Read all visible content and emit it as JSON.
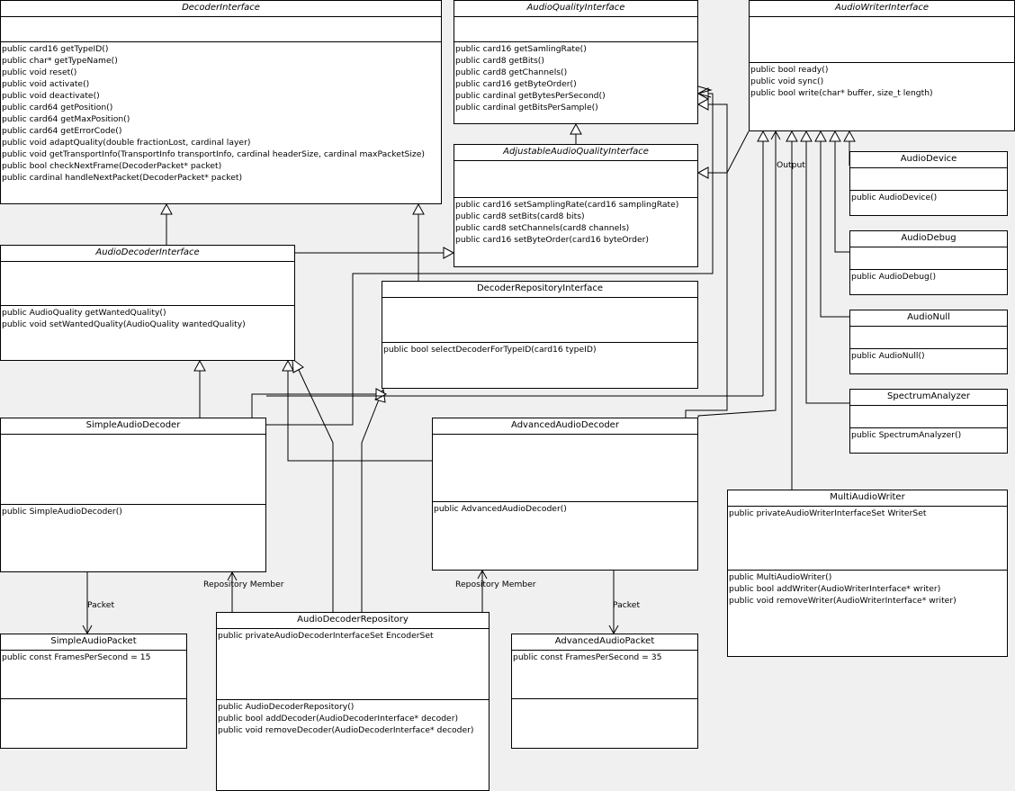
{
  "classes": {
    "decoder_interface": {
      "name": "DecoderInterface",
      "attributes": [],
      "operations": [
        "public card16 getTypeID()",
        "public char* getTypeName()",
        "public void reset()",
        "public void activate()",
        "public void deactivate()",
        "public card64 getPosition()",
        "public card64 getMaxPosition()",
        "public card64 getErrorCode()",
        "public void adaptQuality(double fractionLost, cardinal layer)",
        "public void getTransportInfo(TransportInfo transportInfo, cardinal headerSize, cardinal maxPacketSize)",
        "public bool checkNextFrame(DecoderPacket* packet)",
        "public cardinal handleNextPacket(DecoderPacket* packet)"
      ]
    },
    "audio_quality_interface": {
      "name": "AudioQualityInterface",
      "attributes": [],
      "operations": [
        "public card16 getSamlingRate()",
        "public card8 getBits()",
        "public card8 getChannels()",
        "public card16 getByteOrder()",
        "public cardinal getBytesPerSecond()",
        "public cardinal getBitsPerSample()"
      ]
    },
    "audio_writer_interface": {
      "name": "AudioWriterInterface",
      "attributes": [],
      "operations": [
        "public bool ready()",
        "public void sync()",
        "public bool write(char* buffer, size_t length)"
      ]
    },
    "adjustable_audio_quality_interface": {
      "name": "AdjustableAudioQualityInterface",
      "attributes": [],
      "operations": [
        "public card16 setSamplingRate(card16 samplingRate)",
        "public card8 setBits(card8 bits)",
        "public card8 setChannels(card8 channels)",
        "public card16 setByteOrder(card16 byteOrder)"
      ]
    },
    "audio_decoder_interface": {
      "name": "AudioDecoderInterface",
      "attributes": [],
      "operations": [
        "public AudioQuality getWantedQuality()",
        "public void setWantedQuality(AudioQuality wantedQuality)"
      ]
    },
    "decoder_repository_interface": {
      "name": "DecoderRepositoryInterface",
      "attributes": [],
      "operations": [
        "public bool selectDecoderForTypeID(card16 typeID)"
      ]
    },
    "audio_device": {
      "name": "AudioDevice",
      "attributes": [],
      "operations": [
        "public AudioDevice()"
      ]
    },
    "audio_debug": {
      "name": "AudioDebug",
      "attributes": [],
      "operations": [
        "public AudioDebug()"
      ]
    },
    "audio_null": {
      "name": "AudioNull",
      "attributes": [],
      "operations": [
        "public AudioNull()"
      ]
    },
    "spectrum_analyzer": {
      "name": "SpectrumAnalyzer",
      "attributes": [],
      "operations": [
        "public SpectrumAnalyzer()"
      ]
    },
    "simple_audio_decoder": {
      "name": "SimpleAudioDecoder",
      "attributes": [],
      "operations": [
        "public SimpleAudioDecoder()"
      ]
    },
    "advanced_audio_decoder": {
      "name": "AdvancedAudioDecoder",
      "attributes": [],
      "operations": [
        "public AdvancedAudioDecoder()"
      ]
    },
    "multi_audio_writer": {
      "name": "MultiAudioWriter",
      "attributes": [
        "public privateAudioWriterInterfaceSet WriterSet"
      ],
      "operations": [
        "public MultiAudioWriter()",
        "public bool addWriter(AudioWriterInterface* writer)",
        "public void removeWriter(AudioWriterInterface* writer)"
      ]
    },
    "simple_audio_packet": {
      "name": "SimpleAudioPacket",
      "attributes": [
        "public const FramesPerSecond = 15"
      ],
      "operations": []
    },
    "audio_decoder_repository": {
      "name": "AudioDecoderRepository",
      "attributes": [
        "public privateAudioDecoderInterfaceSet EncoderSet"
      ],
      "operations": [
        "public AudioDecoderRepository()",
        "public bool addDecoder(AudioDecoderInterface* decoder)",
        "public void removeDecoder(AudioDecoderInterface* decoder)"
      ]
    },
    "advanced_audio_packet": {
      "name": "AdvancedAudioPacket",
      "attributes": [
        "public const FramesPerSecond = 35"
      ],
      "operations": []
    }
  },
  "labels": {
    "output": "Output",
    "packet_simple": "Packet",
    "packet_advanced": "Packet",
    "repository_member_left": "Repository Member",
    "repository_member_right": "Repository Member"
  }
}
